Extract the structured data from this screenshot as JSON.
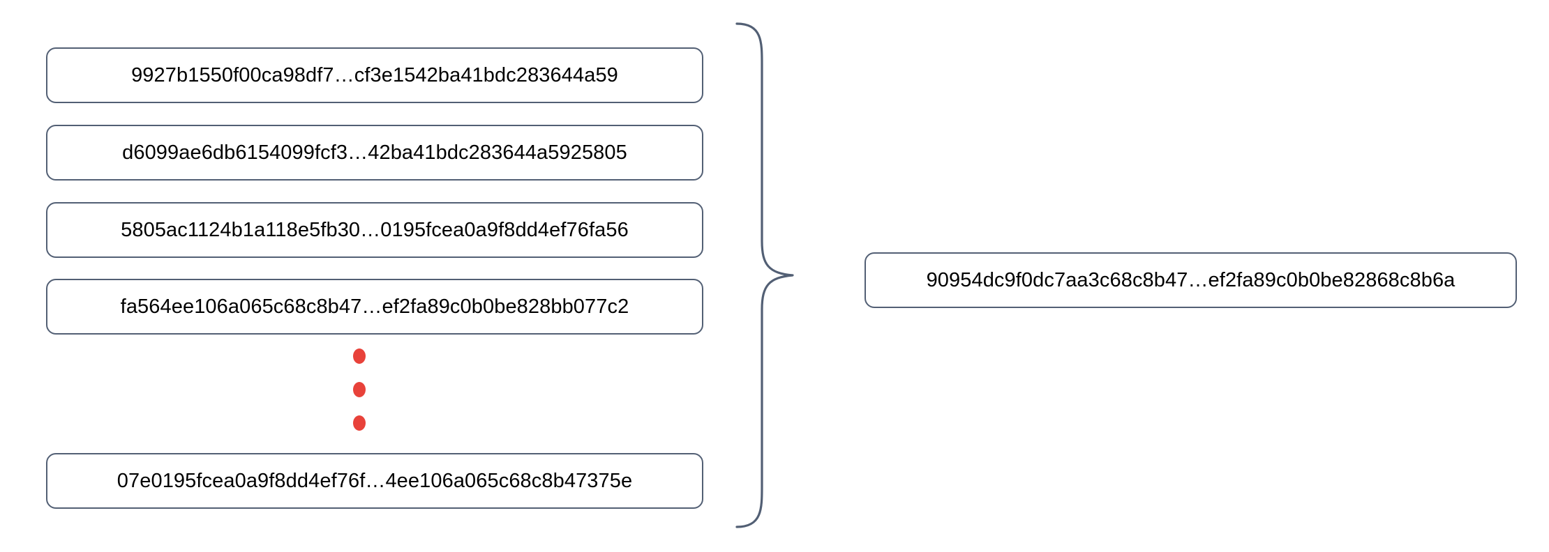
{
  "diagram": {
    "type": "hash-aggregation",
    "colors": {
      "box_border": "#525f74",
      "box_fill": "#ffffff",
      "text": "#000000",
      "dot_red": "#e8423a",
      "brace": "#525f74",
      "background": "#ffffff"
    },
    "left_group": {
      "items": [
        {
          "label": "9927b1550f00ca98df7…cf3e1542ba41bdc283644a59"
        },
        {
          "label": "d6099ae6db6154099fcf3…42ba41bdc283644a5925805"
        },
        {
          "label": "5805ac1124b1a118e5fb30…0195fcea0a9f8dd4ef76fa56"
        },
        {
          "label": "fa564ee106a065c68c8b47…ef2fa89c0b0be828bb077c2"
        },
        {
          "label": "07e0195fcea0a9f8dd4ef76f…4ee106a065c68c8b47375e"
        }
      ],
      "ellipsis": {
        "name": "vertical-ellipsis",
        "dot_count": 3
      }
    },
    "connector": {
      "name": "curly-brace",
      "orientation": "right-pointing"
    },
    "right_group": {
      "items": [
        {
          "label": "90954dc9f0dc7aa3c68c8b47…ef2fa89c0b0be82868c8b6a"
        }
      ]
    }
  }
}
